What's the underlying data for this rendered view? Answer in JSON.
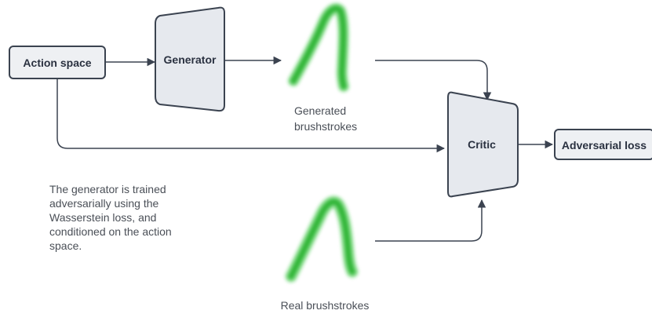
{
  "nodes": {
    "action_space": "Action space",
    "generator": "Generator",
    "critic": "Critic",
    "adversarial_loss": "Adversarial loss"
  },
  "captions": {
    "generated": [
      "Generated",
      "brushstrokes"
    ],
    "real": "Real brushstrokes"
  },
  "note": "The generator is trained adversarially using the Wasserstein loss, and conditioned on the action space.",
  "colors": {
    "stroke": "#3b4350",
    "box_fill": "#eef0f3",
    "brush_green": "#22c02a"
  }
}
